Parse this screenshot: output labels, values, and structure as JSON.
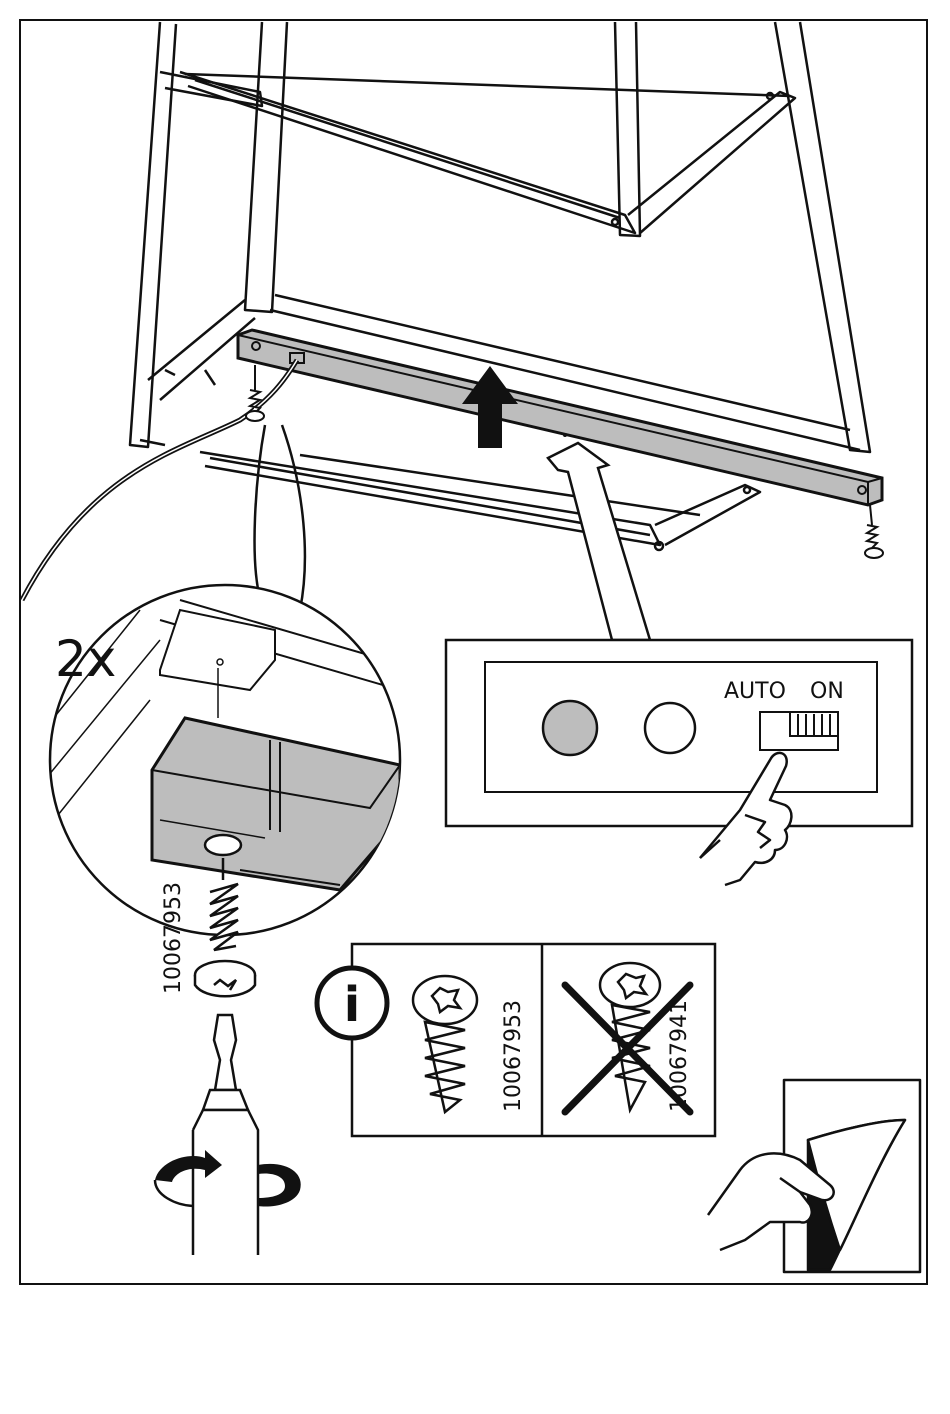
{
  "step": {
    "quantity_label": "2x"
  },
  "screw": {
    "part_number": "10067953"
  },
  "sensor_panel": {
    "switch_auto_label": "AUTO",
    "switch_on_label": "ON"
  },
  "info_box": {
    "info_symbol": "i",
    "correct_part_number": "10067953",
    "wrong_part_number": "10067941"
  },
  "colors": {
    "line": "#111111",
    "fill_gray": "#bdbdbd",
    "background": "#ffffff"
  },
  "icons": {
    "arrow": "arrow-up-icon",
    "info": "info-icon",
    "cross": "cross-icon",
    "rotate": "rotate-clockwise-icon",
    "page_turn": "page-turn-icon"
  }
}
